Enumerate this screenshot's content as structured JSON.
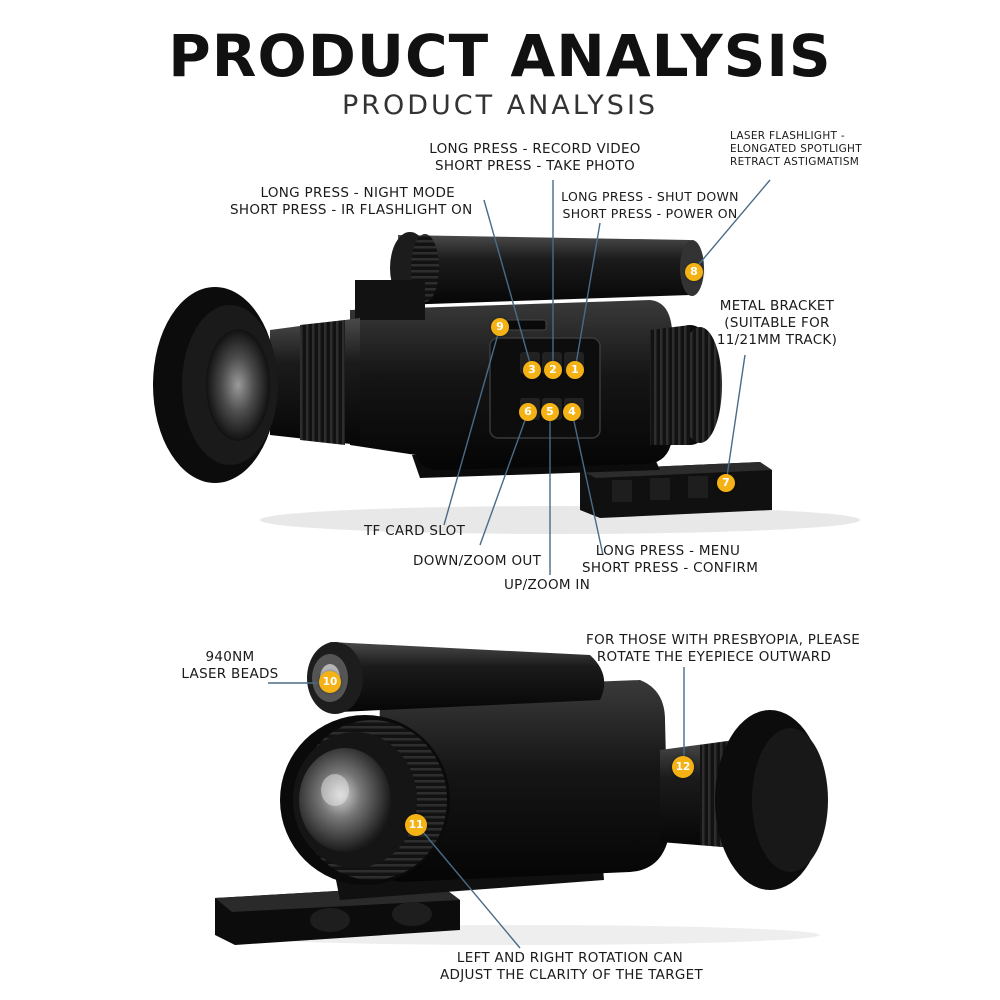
{
  "header": {
    "title": "PRODUCT ANALYSIS",
    "subtitle": "PRODUCT ANALYSIS"
  },
  "callouts": {
    "record": [
      "LONG PRESS - RECORD VIDEO",
      "SHORT PRESS - TAKE PHOTO"
    ],
    "laser": [
      "LASER FLASHLIGHT -",
      "ELONGATED SPOTLIGHT",
      "RETRACT ASTIGMATISM"
    ],
    "night": [
      "LONG PRESS - NIGHT MODE",
      "SHORT PRESS - IR FLASHLIGHT ON"
    ],
    "power": [
      "LONG PRESS - SHUT DOWN",
      "SHORT PRESS - POWER ON"
    ],
    "bracket": [
      "METAL BRACKET",
      "(SUITABLE FOR",
      "11/21MM TRACK)"
    ],
    "tf": [
      "TF CARD SLOT"
    ],
    "down": [
      "DOWN/ZOOM OUT"
    ],
    "up": [
      "UP/ZOOM IN"
    ],
    "menu": [
      "LONG PRESS - MENU",
      "SHORT PRESS - CONFIRM"
    ],
    "beads": [
      "940NM",
      "LASER BEADS"
    ],
    "presbyopia": [
      "FOR THOSE WITH PRESBYOPIA, PLEASE",
      "ROTATE THE EYEPIECE OUTWARD"
    ],
    "rotation": [
      "LEFT AND RIGHT ROTATION CAN",
      "ADJUST THE CLARITY OF THE TARGET"
    ]
  },
  "badges": [
    "1",
    "2",
    "3",
    "4",
    "5",
    "6",
    "7",
    "8",
    "9",
    "10",
    "11",
    "12"
  ],
  "colors": {
    "badge": "#f4b214",
    "leader": "#4a6b86",
    "device": "#141414"
  }
}
